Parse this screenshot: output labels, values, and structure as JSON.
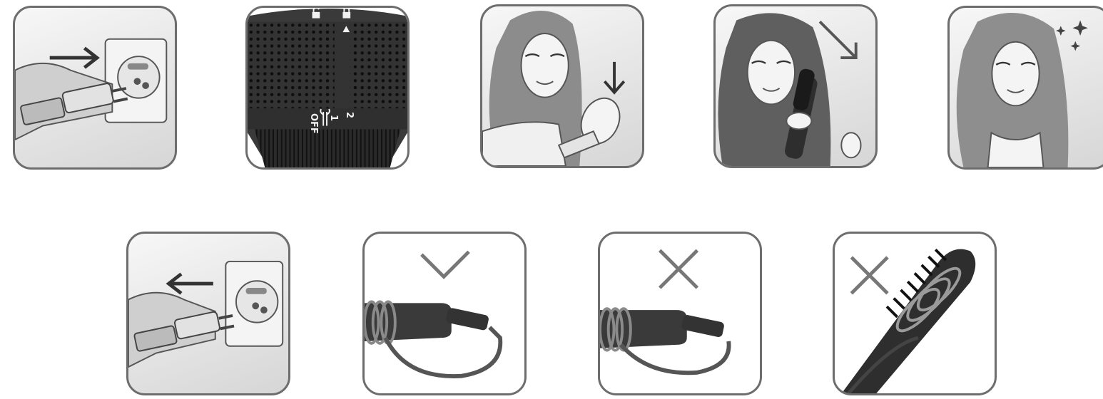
{
  "panels_row1": [
    {
      "name": "plug-in-panel",
      "icon": "plug-insert-arrow-right"
    },
    {
      "name": "dial-panel",
      "icon": "device-dial"
    },
    {
      "name": "brush-down-panel",
      "icon": "woman-brushing-down"
    },
    {
      "name": "brush-diagonal-panel",
      "icon": "woman-brushing-diagonal"
    },
    {
      "name": "finished-hair-panel",
      "icon": "woman-shiny-hair"
    }
  ],
  "panels_row2": [
    {
      "name": "unplug-panel",
      "icon": "plug-remove-arrow-left"
    },
    {
      "name": "cord-correct-panel",
      "icon": "check-mark"
    },
    {
      "name": "cord-wrong-panel",
      "icon": "cross-mark"
    },
    {
      "name": "brush-wrap-wrong-panel",
      "icon": "cross-mark"
    }
  ],
  "dial": {
    "off": "OFF",
    "speed1": "1",
    "speed2": "2"
  },
  "colors": {
    "border": "#6d6d6d",
    "device": "#333333",
    "mark": "#777777"
  }
}
